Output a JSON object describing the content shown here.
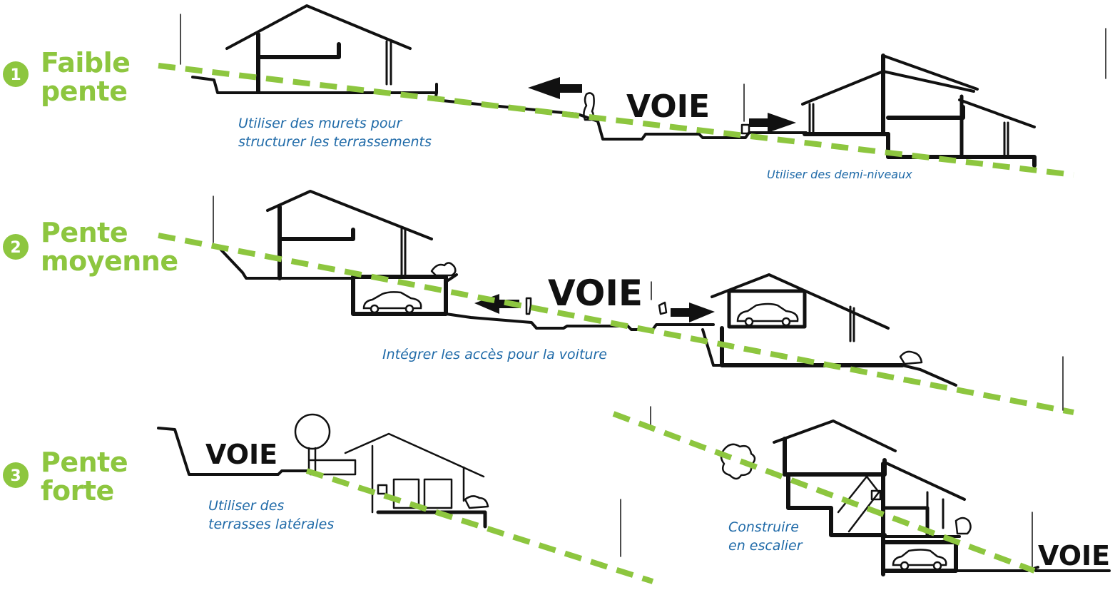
{
  "colors": {
    "accent_green": "#8dc63f",
    "caption_blue": "#1f6aa8",
    "ink": "#111111"
  },
  "rows": [
    {
      "number": "1",
      "title_line1": "Faible",
      "title_line2": "pente",
      "road_label": "VOIE",
      "captions": [
        "Utiliser des murets pour",
        "structurer les terrassements"
      ],
      "caption_right": "Utiliser des demi-niveaux"
    },
    {
      "number": "2",
      "title_line1": "Pente",
      "title_line2": "moyenne",
      "road_label": "VOIE",
      "caption": "Intégrer les accès pour la voiture"
    },
    {
      "number": "3",
      "title_line1": "Pente",
      "title_line2": "forte",
      "road_label_left": "VOIE",
      "road_label_right": "VOIE",
      "caption_left": [
        "Utiliser des",
        "terrasses latérales"
      ],
      "caption_right": [
        "Construire",
        "en escalier"
      ]
    }
  ]
}
